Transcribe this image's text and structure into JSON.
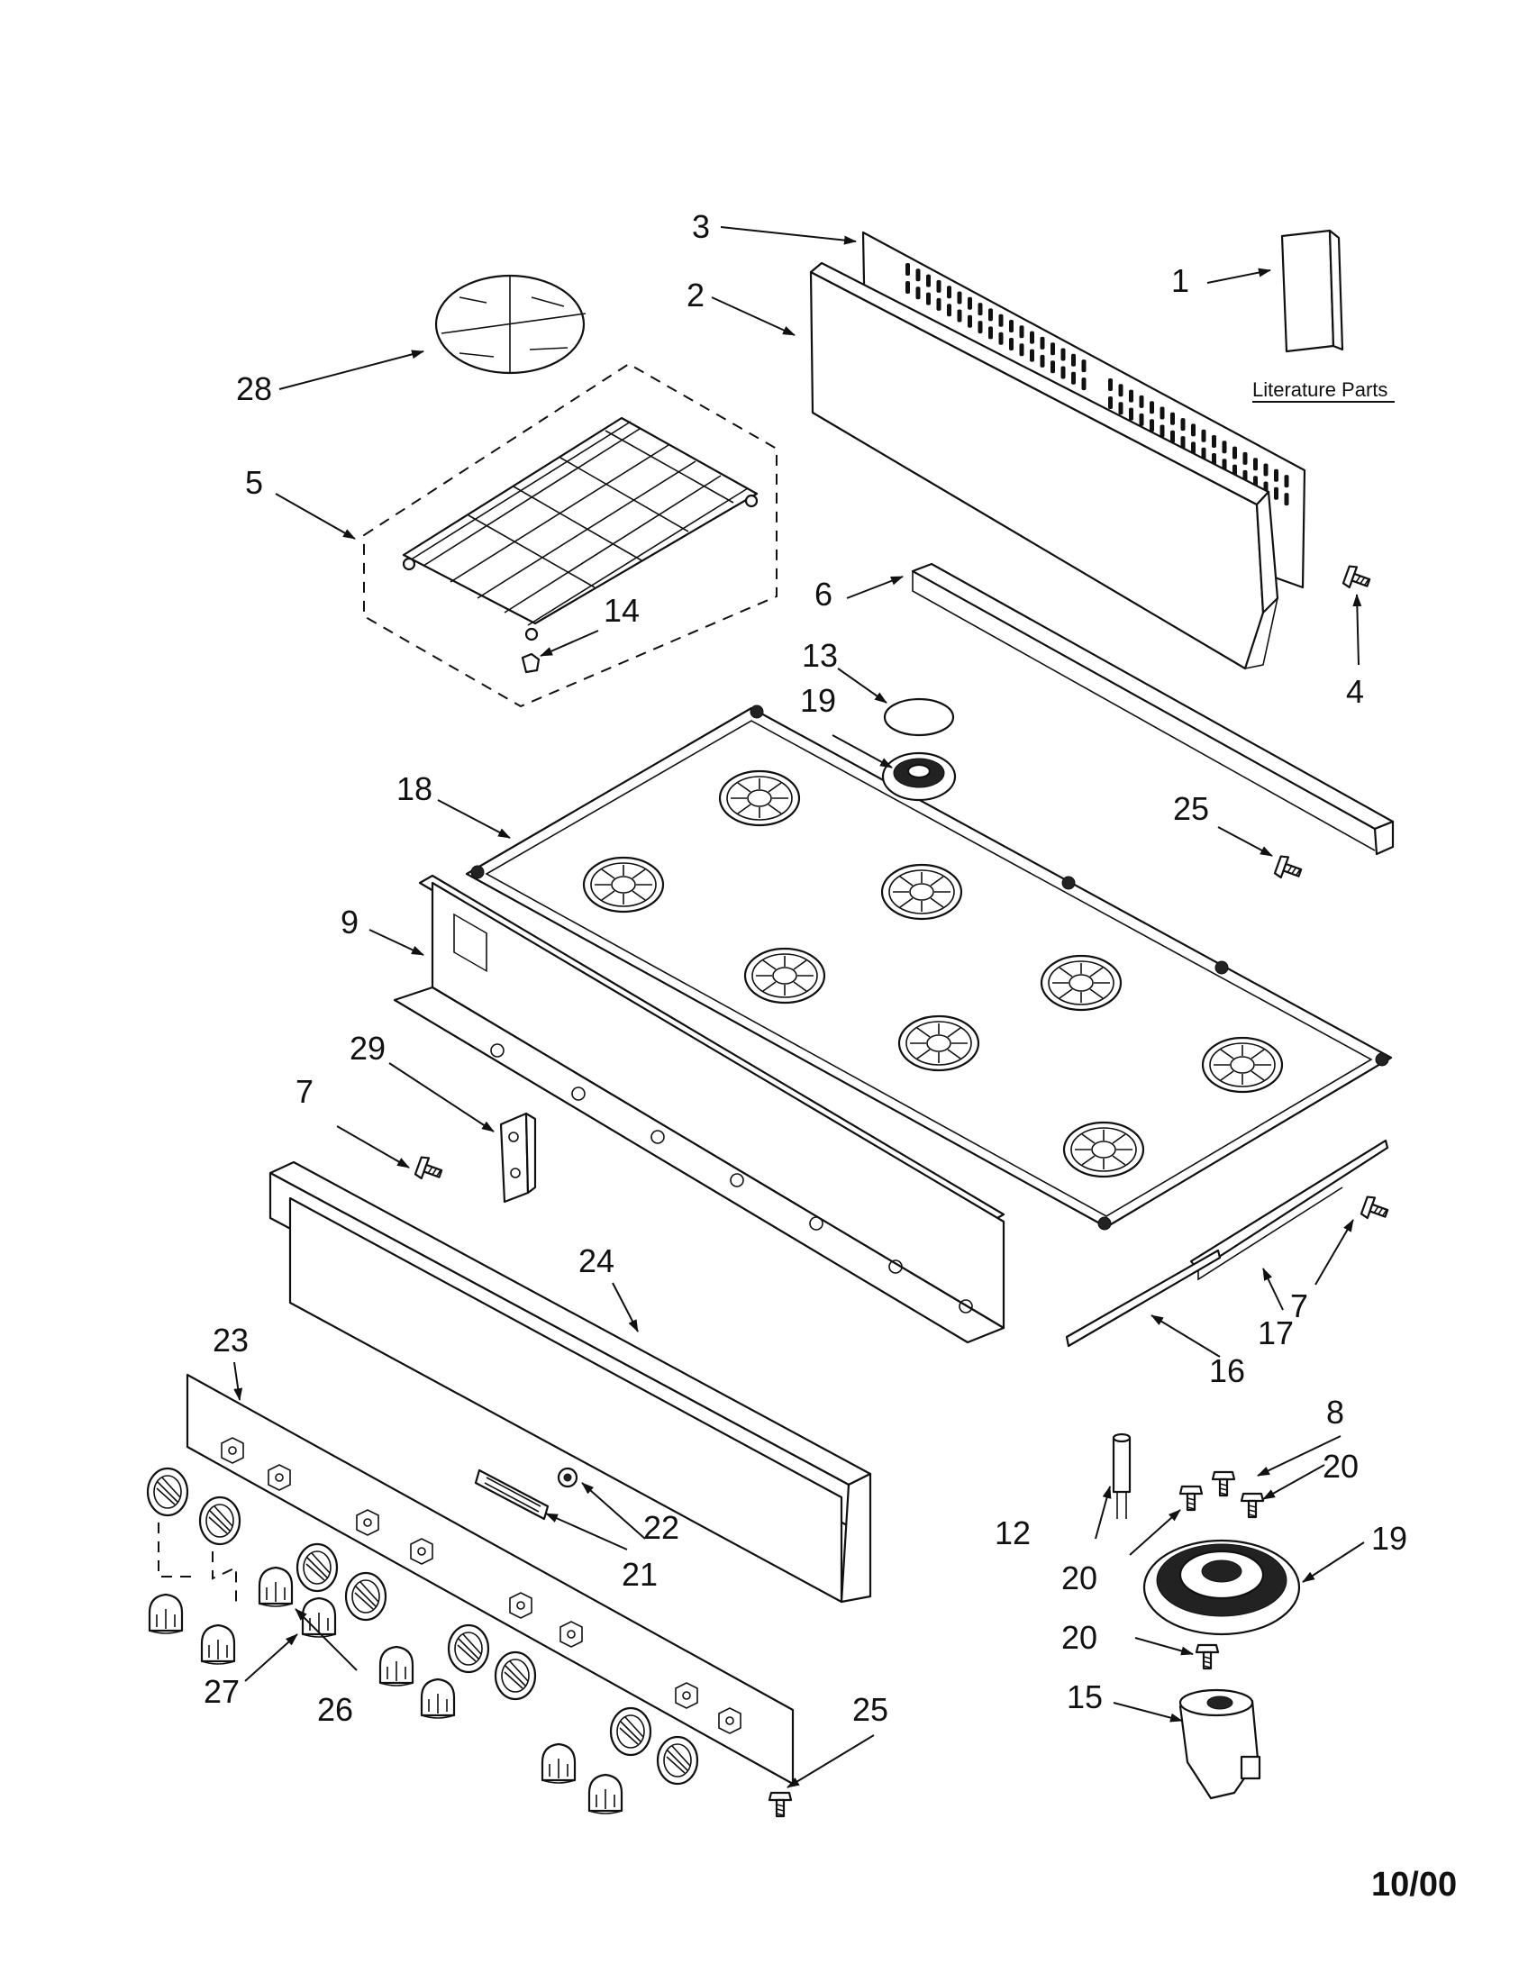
{
  "diagram": {
    "callouts": [
      "1",
      "2",
      "3",
      "4",
      "5",
      "6",
      "7",
      "8",
      "9",
      "12",
      "13",
      "14",
      "15",
      "16",
      "17",
      "18",
      "19",
      "20",
      "21",
      "22",
      "23",
      "24",
      "25",
      "26",
      "27",
      "28",
      "29"
    ],
    "literature_label": "Literature Parts",
    "date_code": "10/00"
  }
}
